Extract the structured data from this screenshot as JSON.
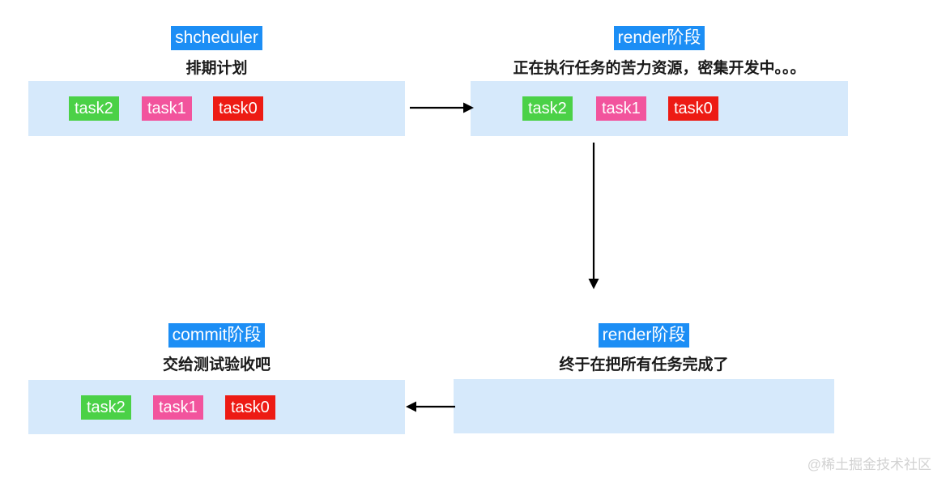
{
  "diagram": {
    "background_color": "#ffffff",
    "box_fill": "#d6e9fb",
    "highlight_color": "#1c8ef5",
    "task_colors": {
      "task2": "#4bd147",
      "task1": "#f2549d",
      "task0": "#ed1b14"
    },
    "stages": [
      {
        "id": "scheduler",
        "title": "shcheduler",
        "subtitle": "排期计划",
        "tasks": [
          {
            "label": "task2",
            "color_key": "task2"
          },
          {
            "label": "task1",
            "color_key": "task1"
          },
          {
            "label": "task0",
            "color_key": "task0"
          }
        ]
      },
      {
        "id": "render-running",
        "title": "render阶段",
        "subtitle": "正在执行任务的苦力资源，密集开发中。。。",
        "tasks": [
          {
            "label": "task2",
            "color_key": "task2"
          },
          {
            "label": "task1",
            "color_key": "task1"
          },
          {
            "label": "task0",
            "color_key": "task0"
          }
        ]
      },
      {
        "id": "commit",
        "title": "commit阶段",
        "subtitle": "交给测试验收吧",
        "tasks": [
          {
            "label": "task2",
            "color_key": "task2"
          },
          {
            "label": "task1",
            "color_key": "task1"
          },
          {
            "label": "task0",
            "color_key": "task0"
          }
        ]
      },
      {
        "id": "render-done",
        "title": "render阶段",
        "subtitle": "终于在把所有任务完成了",
        "tasks": []
      }
    ],
    "arrows": [
      {
        "id": "scheduler-to-render",
        "direction": "right"
      },
      {
        "id": "render-to-renderdone",
        "direction": "down"
      },
      {
        "id": "renderdone-to-commit",
        "direction": "left"
      }
    ]
  },
  "watermark": "@稀土掘金技术社区"
}
